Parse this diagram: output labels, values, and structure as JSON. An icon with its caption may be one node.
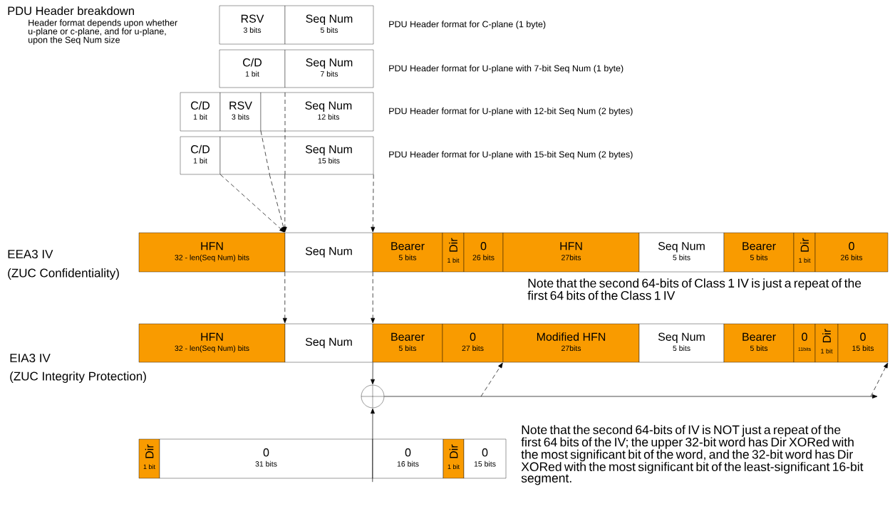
{
  "diagram": {
    "nodes": [
      {
        "text": [
          "RSV",
          "3 bits"
        ]
      },
      {
        "text": [
          "Seq Num",
          "5 bits"
        ]
      },
      {
        "text": [
          "C/D",
          "1 bit"
        ]
      },
      {
        "text": [
          "Seq Num",
          "7 bits"
        ]
      },
      {
        "text": [
          "C/D",
          "1 bit"
        ]
      },
      {
        "text": [
          "RSV",
          "3 bits"
        ]
      },
      {
        "text": [
          "Seq Num",
          "12 bits"
        ]
      },
      {
        "text": [
          "C/D",
          "1 bit"
        ]
      },
      {
        "text": [
          "Seq Num",
          "15 bits"
        ]
      },
      {
        "text": [
          "HFN",
          "32 - len(Seq Num) bits"
        ]
      },
      {
        "text": [
          "Seq Num"
        ]
      },
      {
        "text": [
          "Bearer",
          "5 bits"
        ]
      },
      {
        "text": [
          "Dir",
          "1 bit"
        ]
      },
      {
        "text": [
          "0",
          "26 bits"
        ]
      },
      {
        "text": [
          "HFN",
          "27bits"
        ]
      },
      {
        "text": [
          "Seq Num",
          "5 bits"
        ]
      },
      {
        "text": [
          "Bearer",
          "5 bits"
        ]
      },
      {
        "text": [
          "Dir",
          "1 bit"
        ]
      },
      {
        "text": [
          "0",
          "26 bits"
        ]
      },
      {
        "text": [
          "HFN",
          "32 - len(Seq Num) bits"
        ]
      },
      {
        "text": [
          "Seq Num"
        ]
      },
      {
        "text": [
          "Bearer",
          "5 bits"
        ]
      },
      {
        "text": [
          "0",
          "27 bits"
        ]
      },
      {
        "text": [
          "Modified HFN",
          "27bits"
        ]
      },
      {
        "text": [
          "Seq Num",
          "5 bits"
        ]
      },
      {
        "text": [
          "Bearer",
          "5 bits"
        ]
      },
      {
        "text": [
          "0",
          "11bits"
        ]
      },
      {
        "text": [
          "Dir",
          "1 bit"
        ]
      },
      {
        "text": [
          "0",
          "15 bits"
        ]
      },
      {
        "text": [],
        "shape": "circle"
      },
      {
        "text": [
          "Dir",
          "1 bit"
        ]
      },
      {
        "text": [
          "0",
          "31 bits"
        ]
      },
      {
        "text": [
          "0",
          "16 bits"
        ]
      },
      {
        "text": [
          "Dir",
          "1 bit"
        ]
      },
      {
        "text": [
          "0",
          "15 bits"
        ]
      }
    ],
    "edges": [
      {
        "from": 7,
        "to": 10,
        "arrow": "to",
        "style": "dashed"
      },
      {
        "from": 8,
        "to": 10,
        "arrow": "to",
        "style": "dashed"
      },
      {
        "from": 8,
        "to": 10,
        "arrow": "to",
        "style": "dashed"
      },
      {
        "from": 8,
        "to": 10,
        "arrow": "to",
        "style": "dashed"
      },
      {
        "from": 10,
        "to": 20,
        "arrow": "to",
        "style": "dashed"
      },
      {
        "from": 10,
        "to": 20,
        "arrow": "to",
        "style": "dashed"
      },
      {
        "from": 20,
        "to": 29,
        "arrow": "to"
      },
      {
        "from": 32,
        "to": 29,
        "arrow": "to"
      },
      {
        "from": 29,
        "to": null,
        "arrow": "to"
      },
      {
        "from": null,
        "to": 23,
        "arrow": "to",
        "style": "dashed"
      },
      {
        "from": null,
        "to": 28,
        "arrow": "to",
        "style": "dashed"
      }
    ],
    "labels": [
      "PDU Header breakdown",
      "Header format depends upon whether u-plane or c-plane, and for u-plane, upon the Seq Num size",
      "PDU Header format for C-plane (1 byte)",
      "PDU Header format for U-plane with 7-bit Seq Num (1 byte)",
      "PDU Header format for U-plane with 12-bit Seq Num (2 bytes)",
      "PDU Header format for U-plane with 15-bit Seq Num (2 bytes)",
      "EEA3 IV",
      "(ZUC Confidentiality)",
      "Note that the second 64-bits of Class 1 IV is just a repeat of the first 64 bits of the Class 1 IV",
      "EIA3 IV",
      "(ZUC Integrity Protection)",
      "Note that the second 64-bits of IV is NOT just a repeat of the first 64 bits of the IV; the upper 32-bit word has Dir XORed with the most significant bit of the word, and the 32-bit word has Dir XORed with the most significant bit of the least-significant 16-bit segment."
    ]
  }
}
